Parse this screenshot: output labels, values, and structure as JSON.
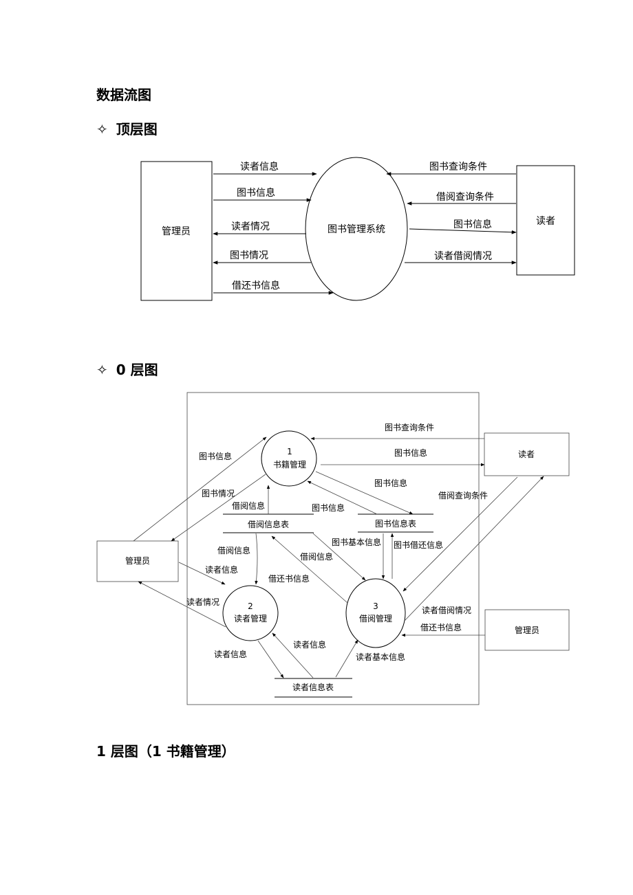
{
  "headings": {
    "main": "数据流图",
    "top_level": "顶层图",
    "level0": "0 层图",
    "level1": "1 层图（1 书籍管理）",
    "bullet": "✧"
  },
  "top_diagram": {
    "admin": "管理员",
    "system": "图书管理系统",
    "reader": "读者",
    "flows_admin": [
      "读者信息",
      "图书信息",
      "读者情况",
      "图书情况",
      "借还书信息"
    ],
    "flows_reader": [
      "图书查询条件",
      "借阅查询条件",
      "图书信息",
      "读者借阅情况"
    ]
  },
  "level0_diagram": {
    "p1_num": "1",
    "p1_name": "书籍管理",
    "p2_num": "2",
    "p2_name": "读者管理",
    "p3_num": "3",
    "p3_name": "借阅管理",
    "reader": "读者",
    "admin_left": "管理员",
    "admin_right": "管理员",
    "store_borrow": "借阅信息表",
    "store_book": "图书信息表",
    "store_reader": "读者信息表",
    "labels": {
      "book_query": "图书查询条件",
      "book_info_to_reader": "图书信息",
      "book_info_p1_store": "图书信息",
      "borrow_query": "借阅查询条件",
      "book_info_admin": "图书信息",
      "book_status": "图书情况",
      "borrow_info_p1": "借阅信息",
      "book_info_store_p1": "图书信息",
      "borrow_info_store_p2": "借阅信息",
      "reader_info_admin_p2": "读者信息",
      "borrow_info_p3_store": "借阅信息",
      "book_basic": "图书基本信息",
      "book_return": "图书借还信息",
      "return_info_p2": "借还书信息",
      "reader_status": "读者情况",
      "reader_info_p2_store": "读者信息",
      "reader_info_store_p2": "读者信息",
      "reader_basic": "读者基本信息",
      "reader_borrow_status": "读者借阅情况",
      "return_info_admin": "借还书信息"
    }
  }
}
